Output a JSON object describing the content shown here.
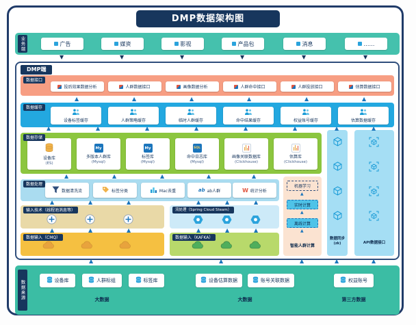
{
  "title": "DMP数据架构图",
  "business": {
    "label": "业务端",
    "items": [
      "广告",
      "媒资",
      "影视",
      "产品包",
      "消息",
      "……"
    ]
  },
  "dmp": {
    "label": "DMP端",
    "interface": {
      "label": "数据接口",
      "items": [
        "投后效果数据分析",
        "人群数据接口",
        "画像数据分析",
        "人群命中接口",
        "人群投放接口",
        "估算数据接口"
      ]
    },
    "cache": {
      "label": "数据缓存",
      "items": [
        "设备标签缓存",
        "人群策略缓存",
        "临时人群缓存",
        "命中结果缓存",
        "权益账号缓存",
        "估算数据缓存"
      ]
    },
    "storage": {
      "label": "数据存储",
      "items": [
        {
          "name": "设备库",
          "tech": "(ES)"
        },
        {
          "name": "多版本人群库",
          "tech": "(Mysql)"
        },
        {
          "name": "标签库",
          "tech": "(Mysql)"
        },
        {
          "name": "命中日志库",
          "tech": "(Mysql)"
        },
        {
          "name": "画像关联数据库",
          "tech": "(Clickhouse)"
        },
        {
          "name": "估算库",
          "tech": "(Clickhouse)"
        }
      ]
    },
    "processing": {
      "label": "数据处理",
      "items": [
        "数据清洗流",
        "标签分类",
        "Mac去重",
        "ab人群",
        "统计分析"
      ]
    },
    "input_tech": {
      "label": "输入技术（线程池消息等）"
    },
    "stream": {
      "label": "流处理（Spring Cloud Steam）"
    },
    "cmq": {
      "label": "数据输入（CMQ）"
    },
    "kafka": {
      "label": "数据输入（KAFKA）"
    },
    "compute": {
      "ml": "机器学习",
      "realtime": "实时计算",
      "offline": "离线计算",
      "smart": "智能人群计算"
    },
    "sync": {
      "label": "数据同步",
      "tech": "(zk)"
    },
    "api": {
      "label": "API数据接口"
    }
  },
  "sources": {
    "label": "数据来源",
    "group1": {
      "items": [
        "设备库",
        "人群标组",
        "标签库"
      ],
      "caption": "大数据"
    },
    "group2": {
      "items": [
        "设备估算数据",
        "账号关联数据"
      ],
      "caption": "大数据"
    },
    "group3": {
      "items": [
        "权益账号"
      ],
      "caption": "第三方数据"
    }
  },
  "icons": {
    "mysql": "My",
    "sql": "SQL",
    "ab": "ab",
    "stats": "W"
  },
  "colors": {
    "frame": "#1f3a68",
    "navy": "#17365d",
    "business_band": "#45c1ad",
    "interface_band": "#f79e83",
    "cache_band": "#23a8e0",
    "storage_band": "#8cc63f",
    "processing_band": "#aadcf0",
    "input_tech_band": "#e9d9a7",
    "stream_band": "#cdeaf8",
    "cmq_band": "#f5c041",
    "kafka_band": "#b8d96b",
    "compute_panel": "#fbe3d1",
    "column": "#a5def4",
    "sources_band": "#3bbda4",
    "arrow": "#1b75bc"
  }
}
